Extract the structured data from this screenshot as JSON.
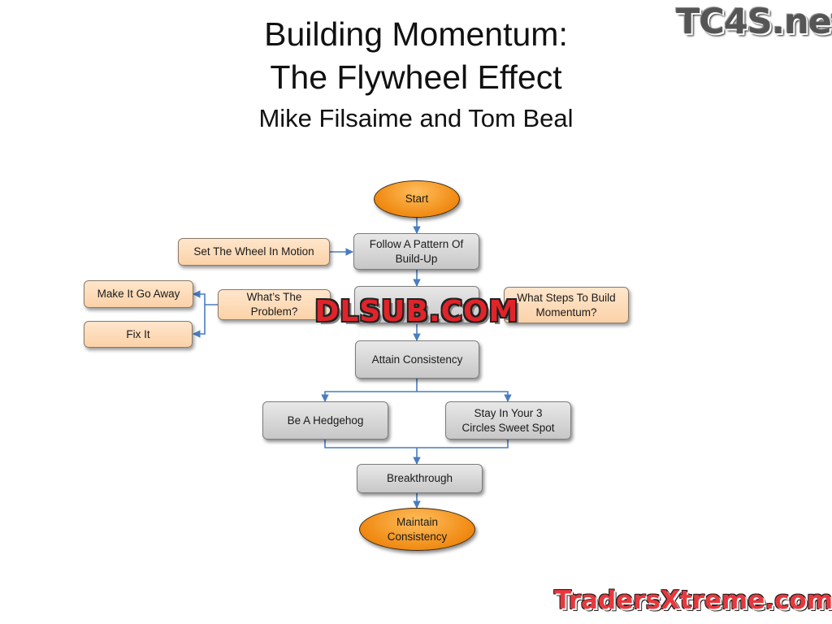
{
  "title": {
    "line1": "Building Momentum:",
    "line2": "The Flywheel Effect",
    "subtitle": "Mike Filsaime and Tom Beal"
  },
  "watermarks": {
    "top_right": "TC4S.net",
    "center": "DLSUB.COM",
    "bottom_right": "TradersXtreme.com"
  },
  "flowchart": {
    "start": "Start",
    "follow_pattern": "Follow A Pattern Of Build-Up",
    "set_wheel": "Set The Wheel In Motion",
    "whats_problem": "What’s The Problem?",
    "middle_hidden": "",
    "what_steps": "What Steps To Build Momentum?",
    "make_go_away": "Make It Go Away",
    "fix_it": "Fix It",
    "attain_consistency": "Attain Consistency",
    "be_hedgehog": "Be A Hedgehog",
    "three_circles": "Stay In Your 3 Circles Sweet Spot",
    "breakthrough": "Breakthrough",
    "maintain_consistency": "Maintain Consistency"
  },
  "colors": {
    "connector": "#4a7cc0",
    "oval_fill": "#f4921a",
    "box_gray": "#d6d6d6",
    "box_peach": "#fddcb8"
  }
}
